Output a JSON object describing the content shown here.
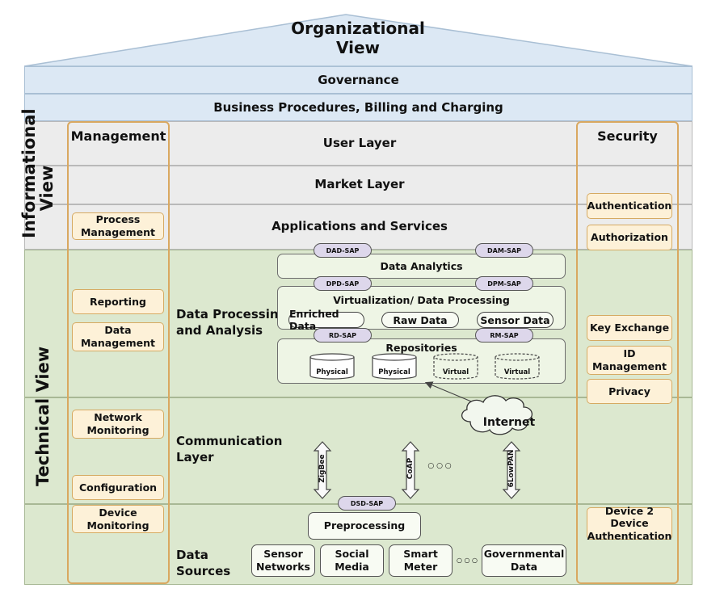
{
  "organizational_view": "Organizational View",
  "governance": "Governance",
  "business": "Business Procedures, Billing and Charging",
  "informational_view": [
    "Informational",
    "View"
  ],
  "technical_view": "Technical View",
  "management": {
    "title": "Management",
    "items": [
      "Process Management",
      "Reporting",
      "Data Management",
      "Network Monitoring",
      "Configuration",
      "Device Monitoring"
    ]
  },
  "security": {
    "title": "Security",
    "items": [
      "Authentication",
      "Authorization",
      "Key Exchange",
      "ID Management",
      "Privacy",
      "Device 2 Device Authentication"
    ]
  },
  "layers": {
    "user": "User Layer",
    "market": "Market Layer",
    "apps": "Applications and Services",
    "dpa": [
      "Data Processing",
      "and Analysis"
    ],
    "comm": [
      "Communication",
      "Layer"
    ],
    "sources": [
      "Data",
      "Sources"
    ]
  },
  "dpa": {
    "saps": {
      "dad": "DAD-SAP",
      "dam": "DAM-SAP",
      "dpd": "DPD-SAP",
      "dpm": "DPM-SAP",
      "rd": "RD-SAP",
      "rm": "RM-SAP",
      "dsd": "DSD-SAP"
    },
    "analytics": "Data Analytics",
    "virtualization": "Virtualization/ Data Processing",
    "data_types": [
      "Enriched Data",
      "Raw Data",
      "Sensor Data"
    ],
    "repositories": "Repositories",
    "repo_types": [
      "Physical",
      "Physical",
      "Virtual",
      "Virtual"
    ]
  },
  "comm": {
    "internet": "Internet",
    "protocols": [
      "ZigBee",
      "CoAP",
      "6LowPAN"
    ],
    "ellipsis": "○ ○ ○"
  },
  "sources": {
    "preprocessing": "Preprocessing",
    "items": [
      "Sensor Networks",
      "Social Media",
      "Smart Meter",
      "Governmental Data"
    ],
    "ellipsis": "○ ○ ○"
  },
  "colors": {
    "blue": "#dce8f4",
    "gray": "#ececec",
    "green": "#dce8cf",
    "orange": "#d9a860",
    "sap": "#ddd7eb"
  }
}
